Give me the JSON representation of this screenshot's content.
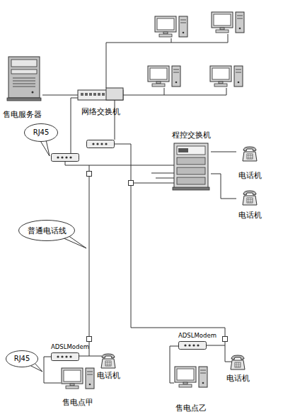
{
  "diagram": {
    "nodes": [
      {
        "text": [
          "售电服务器"
        ]
      },
      {
        "text": [
          "网络交换机"
        ]
      },
      {
        "text": [
          "RJ45"
        ]
      },
      {
        "text": [
          "程控交换机"
        ]
      },
      {
        "text": [
          "电话机"
        ]
      },
      {
        "text": [
          "电话机"
        ]
      },
      {
        "text": [
          "普通电话线"
        ]
      },
      {
        "text": [
          "ADSLModem"
        ]
      },
      {
        "text": [
          "RJ45"
        ]
      },
      {
        "text": [
          "电话机"
        ]
      },
      {
        "text": [
          "售电点甲"
        ]
      },
      {
        "text": [
          "ADSLModem"
        ]
      },
      {
        "text": [
          "电话机"
        ]
      },
      {
        "text": [
          "售电点乙"
        ]
      }
    ],
    "edges": [
      {
        "from": 0,
        "to": 1,
        "arrow": "none"
      },
      {
        "from": 3,
        "to": 4,
        "arrow": "none"
      },
      {
        "from": 3,
        "to": 5,
        "arrow": "none"
      },
      {
        "from": 7,
        "to": 10,
        "arrow": "none"
      },
      {
        "from": 11,
        "to": 13,
        "arrow": "none"
      }
    ]
  }
}
